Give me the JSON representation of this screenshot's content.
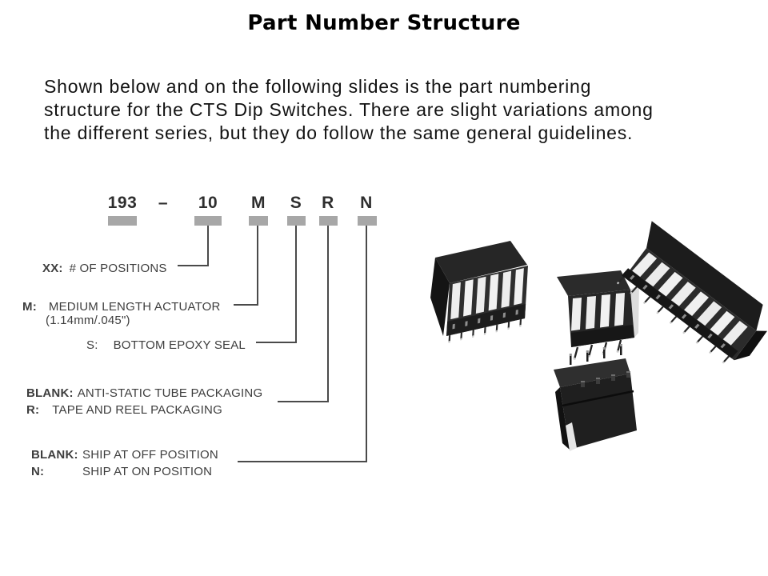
{
  "slide": {
    "title": "Part Number Structure",
    "intro_lines": [
      "Shown below and on the following slides is the part numbering",
      "structure for the CTS Dip Switches. There are slight variations among",
      "the different series, but they do follow the same general guidelines."
    ]
  },
  "part_number": {
    "series": "193",
    "dash": "–",
    "positions_code": "10",
    "actuator_code": "M",
    "seal_code": "S",
    "packaging_code": "R",
    "ship_code": "N"
  },
  "legend": {
    "positions": {
      "key": "XX:",
      "desc": "# OF POSITIONS"
    },
    "actuator": {
      "key": "M:",
      "desc": "MEDIUM LENGTH ACTUATOR",
      "desc2": "(1.14mm/.045\")"
    },
    "seal": {
      "key": "S:",
      "desc": "BOTTOM EPOXY SEAL"
    },
    "packaging": {
      "key1": "BLANK:",
      "desc1": "ANTI-STATIC TUBE PACKAGING",
      "key2": "R:",
      "desc2": "TAPE AND REEL PACKAGING"
    },
    "ship": {
      "key1": "BLANK:",
      "desc1": "SHIP AT OFF POSITION",
      "key2": "N:",
      "desc2": "SHIP AT ON POSITION"
    }
  },
  "photo": {
    "items": [
      "dip-switch-6-position",
      "dip-switch-4-position",
      "dip-switch-8-position",
      "dip-switch-bottom-view"
    ]
  },
  "colors": {
    "bar": "#a7a7a7",
    "connector": "#4a4a4a",
    "label_text": "#3e3e3e",
    "pn_text": "#2e2e2e",
    "title_text": "#000000"
  }
}
